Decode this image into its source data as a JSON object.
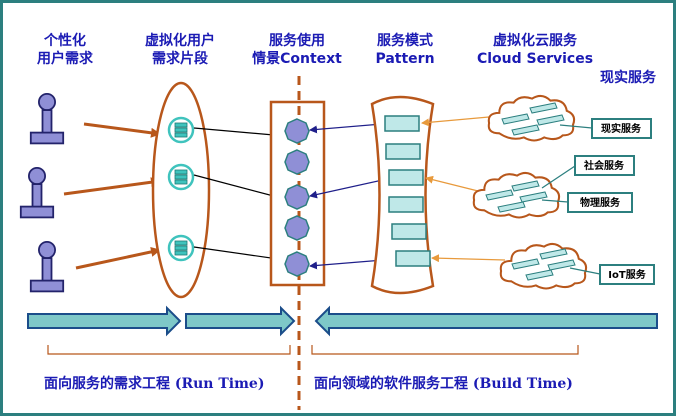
{
  "headers": {
    "col1_line1": "个性化",
    "col1_line2": "用户需求",
    "col2_line1": "虚拟化用户",
    "col2_line2": "需求片段",
    "col3_line1": "服务使用",
    "col3_line2": "情景Context",
    "col4_line1": "服务模式",
    "col4_line2": "Pattern",
    "col5_line1": "虚拟化云服务",
    "col5_line2": "Cloud Services",
    "real_services": "现实服务"
  },
  "services": {
    "s1": "现实服务",
    "s2": "社会服务",
    "s3": "物理服务",
    "s4": "IoT服务"
  },
  "footer": {
    "left": "面向服务的需求工程 (Run Time)",
    "right": "面向领域的软件服务工程 (Build Time)"
  },
  "colors": {
    "border": "#2c7f7f",
    "header_text": "#1b1bb4",
    "person": "#8f8fd6",
    "orange": "#b8571b",
    "teal": "#3fc3bd",
    "node": "#8f8fd6",
    "arrow_band": "#7ec8c8"
  }
}
